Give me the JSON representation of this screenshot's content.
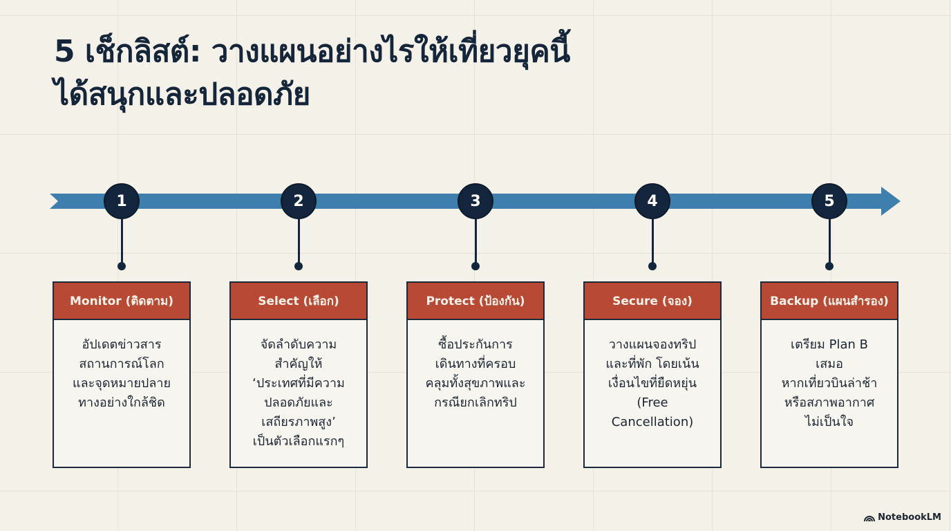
{
  "title": {
    "line1": "5 เช็กลิสต์: วางแผนอย่างไรให้เที่ยวยุคนี้",
    "line2": "ได้สนุกและปลอดภัย"
  },
  "colors": {
    "arrow": "#3f7fae",
    "node": "#13263d",
    "header": "#b84a35",
    "background": "#f3f1e8"
  },
  "steps": [
    {
      "num": "1",
      "heading": "Monitor (ติดตาม)",
      "lines": [
        "อัปเดตข่าวสาร",
        "สถานการณ์โลก",
        "และจุดหมายปลาย",
        "ทางอย่างใกล้ชิด"
      ]
    },
    {
      "num": "2",
      "heading": "Select (เลือก)",
      "lines": [
        "จัดลำดับความ",
        "สำคัญให้",
        "‘ประเทศที่มีความ",
        "ปลอดภัยและ",
        "เสถียรภาพสูง’",
        "เป็นตัวเลือกแรกๆ"
      ]
    },
    {
      "num": "3",
      "heading": "Protect (ป้องกัน)",
      "lines": [
        "ซื้อประกันการ",
        "เดินทางที่ครอบ",
        "คลุมทั้งสุขภาพและ",
        "กรณียกเลิกทริป"
      ]
    },
    {
      "num": "4",
      "heading": "Secure (จอง)",
      "lines": [
        "วางแผนจองทริป",
        "และที่พัก โดยเน้น",
        "เงื่อนไขที่ยืดหยุ่น",
        "(Free",
        "Cancellation)"
      ]
    },
    {
      "num": "5",
      "heading": "Backup (แผนสำรอง)",
      "lines": [
        "เตรียม Plan B",
        "เสมอ",
        "หากเที่ยวบินล่าช้า",
        "หรือสภาพอากาศ",
        "ไม่เป็นใจ"
      ]
    }
  ],
  "brand": {
    "name": "NotebookLM",
    "icon": "notebooklm-logo-icon"
  }
}
